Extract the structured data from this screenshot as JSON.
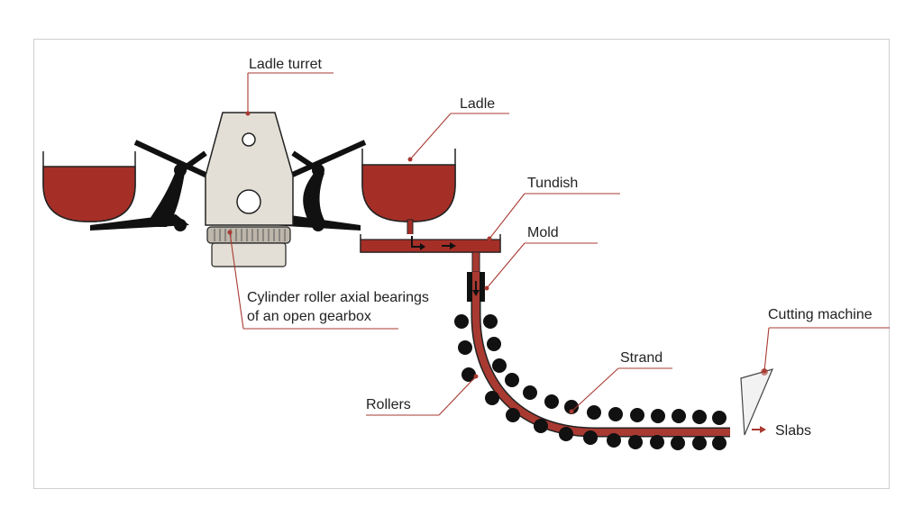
{
  "colors": {
    "molten_steel": "#a52f27",
    "strand": "#a83a32",
    "machine_body": "#e4dfd6",
    "outline": "#222222",
    "roller": "#111111",
    "leader_line": "#a83a32",
    "cutter": "#f2f2f2"
  },
  "labels": {
    "ladle_turret": "Ladle turret",
    "ladle": "Ladle",
    "tundish": "Tundish",
    "mold": "Mold",
    "bearings_line1": "Cylinder roller axial bearings",
    "bearings_line2": "of an open gearbox",
    "cutting_machine": "Cutting machine",
    "strand": "Strand",
    "rollers": "Rollers",
    "slabs": "Slabs"
  }
}
